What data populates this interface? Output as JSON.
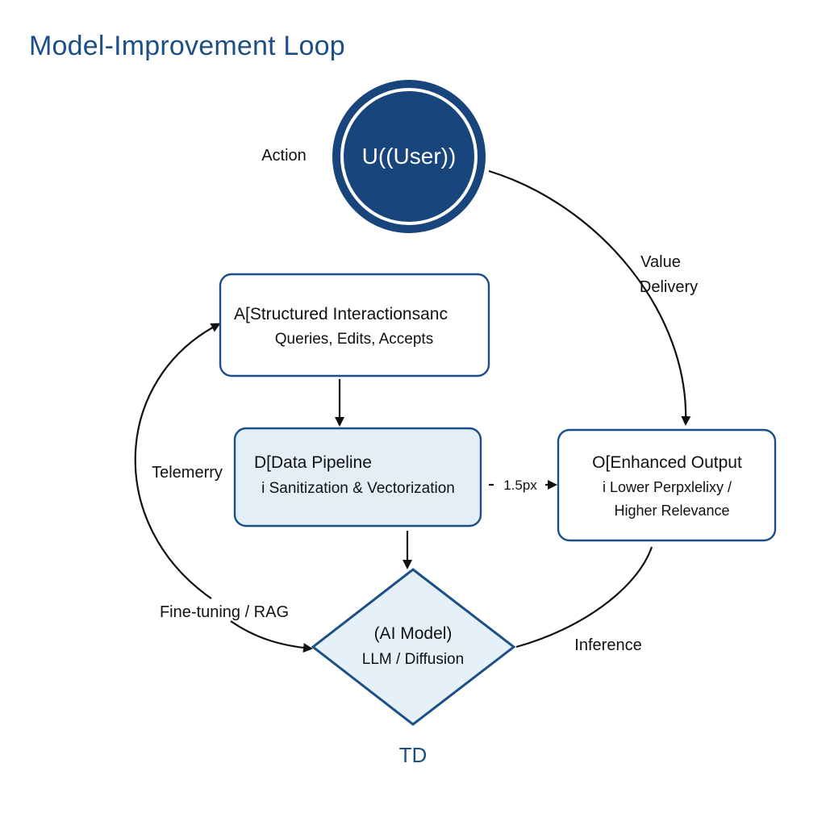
{
  "title": "Model-Improvement Loop",
  "colors": {
    "navy": "#17457c",
    "box_border": "#1c4f86",
    "box_fill": "#ffffff",
    "highlight_fill": "#e3eef7",
    "diamond_fill": "#e6f0f8",
    "text": "#111111",
    "arrow": "#111111",
    "td_text": "#1c4f86"
  },
  "nodes": {
    "user": {
      "label": "U((User))"
    },
    "interactions": {
      "line1": "A[Structured Interactionsanc",
      "line2": "Queries, Edits, Accepts"
    },
    "pipeline": {
      "line1": "D[Data Pipeline",
      "line2": "i Sanitization & Vectorization"
    },
    "output": {
      "line1": "O[Enhanced Output",
      "line2": "i Lower Perpxlelixy /",
      "line3": "Higher Relevance"
    },
    "model": {
      "line1": "(AI Model)",
      "line2": "LLM / Diffusion"
    }
  },
  "edge_labels": {
    "action": "Action",
    "value_1": "Value",
    "value_2": "Delivery",
    "telemetry": "Telemerry",
    "finetune": "Fine-tuning / RAG",
    "inference": "Inference",
    "px": "1.5px"
  },
  "footer": "TD"
}
